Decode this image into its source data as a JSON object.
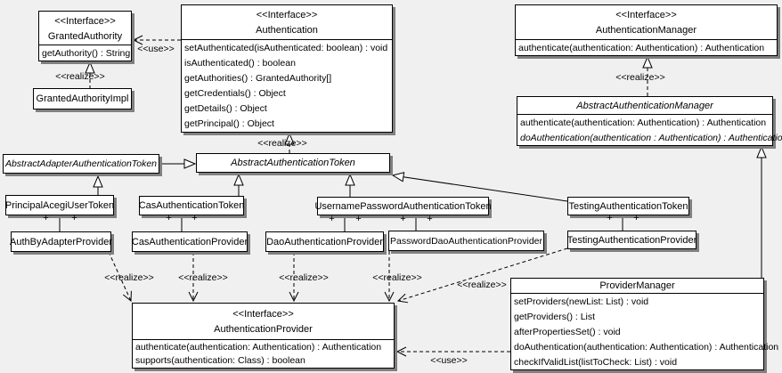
{
  "edge_labels": {
    "use": "<<use>>",
    "realize": "<<realize>>",
    "plus": "+"
  },
  "classes": {
    "granted_authority": {
      "stereotype": "<<Interface>>",
      "name": "GrantedAuthority",
      "methods": [
        "getAuthority() : String"
      ]
    },
    "granted_authority_impl": {
      "name": "GrantedAuthorityImpl"
    },
    "authentication": {
      "stereotype": "<<Interface>>",
      "name": "Authentication",
      "methods": [
        "setAuthenticated(isAuthenticated: boolean) : void",
        "isAuthenticated() : boolean",
        "getAuthorities() : GrantedAuthority[]",
        "getCredentials() : Object",
        "getDetails() : Object",
        "getPrincipal() : Object"
      ]
    },
    "authentication_manager": {
      "stereotype": "<<Interface>>",
      "name": "AuthenticationManager",
      "methods": [
        "authenticate(authentication: Authentication) : Authentication"
      ]
    },
    "abstract_authentication_manager": {
      "name": "AbstractAuthenticationManager",
      "methods": [
        "authenticate(authentication: Authentication) : Authentication",
        "doAuthentication(authentication : Authentication) : Authentication"
      ]
    },
    "abstract_adapter_authentication_token": {
      "name": "AbstractAdapterAuthenticationToken"
    },
    "abstract_authentication_token": {
      "name": "AbstractAuthenticationToken"
    },
    "principal_acegi_user_token": {
      "name": "PrincipalAcegiUserToken"
    },
    "cas_authentication_token": {
      "name": "CasAuthenticationToken"
    },
    "username_password_authentication_token": {
      "name": "UsernamePasswordAuthenticationToken"
    },
    "testing_authentication_token": {
      "name": "TestingAuthenticationToken"
    },
    "auth_by_adapter_provider": {
      "name": "AuthByAdapterProvider"
    },
    "cas_authentication_provider": {
      "name": "CasAuthenticationProvider"
    },
    "dao_authentication_provider": {
      "name": "DaoAuthenticationProvider"
    },
    "password_dao_authentication_provider": {
      "name": "PasswordDaoAuthenticationProvider"
    },
    "testing_authentication_provider": {
      "name": "TestingAuthenticationProvider"
    },
    "provider_manager": {
      "name": "ProviderManager",
      "methods": [
        "setProviders(newList: List) : void",
        "getProviders() : List",
        "afterPropertiesSet() : void",
        "doAuthentication(authentication: Authentication) : Authentication",
        "checkIfValidList(listToCheck: List) : void"
      ]
    },
    "authentication_provider": {
      "stereotype": "<<Interface>>",
      "name": "AuthenticationProvider",
      "methods": [
        "authenticate(authentication: Authentication) : Authentication",
        "supports(authentication: Class) : boolean"
      ]
    }
  }
}
